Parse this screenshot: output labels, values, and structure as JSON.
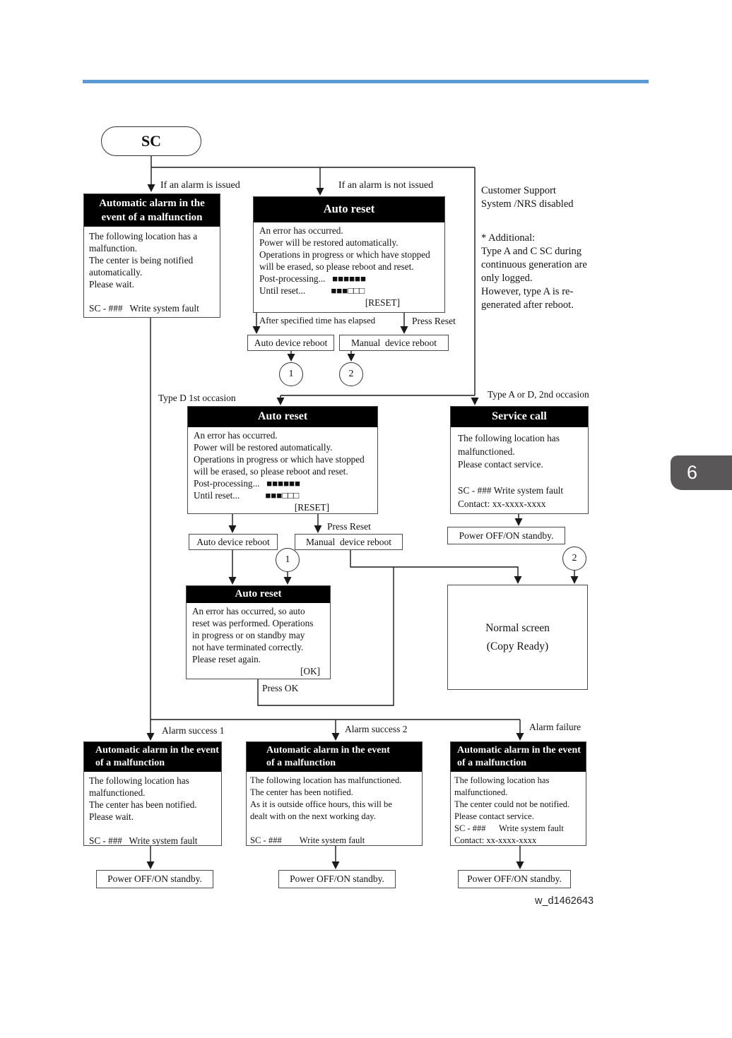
{
  "page": {
    "tab_label": "6",
    "watermark": "w_d1462643"
  },
  "colors": {
    "rule_blue": "#5b9bd5",
    "tab_gray": "#595757"
  },
  "terminator": {
    "label": "SC"
  },
  "connector_circles": {
    "one": "1",
    "two": "2"
  },
  "labels": {
    "alarm_issued": "If an alarm is issued",
    "alarm_not_issued": "If an alarm is not issued",
    "after_time": "After specified time has elapsed",
    "press_reset": "Press Reset",
    "type_d": "Type D 1st occasion",
    "type_ad": "Type A or D, 2nd occasion",
    "press_ok": "Press OK",
    "alarm_success_1": "Alarm success 1",
    "alarm_success_2": "Alarm success 2",
    "alarm_failure": "Alarm failure"
  },
  "note": {
    "lines": [
      "Customer Support",
      "System /NRS disabled"
    ],
    "additional": [
      "* Additional:",
      "Type A and C SC during",
      "continuous generation are",
      "only logged.",
      "However, type A is re-",
      "generated after reboot."
    ]
  },
  "boxes": {
    "alarm_top": {
      "title": [
        "Automatic alarm in the",
        "event of a malfunction"
      ],
      "body": [
        "The following location has a",
        "malfunction.",
        "The center is being notified",
        "automatically.",
        "Please wait.",
        "",
        "SC - ###   Write system fault"
      ]
    },
    "auto_reset_full": {
      "title": "Auto reset",
      "body": [
        "An error has occurred.",
        "Power will be restored automatically.",
        "Operations in progress or which have stopped",
        "will be erased, so please reboot and reset.",
        "Post-processing...   ■■■■■■",
        "Until reset...           ■■■□□□"
      ],
      "key": "[RESET]"
    },
    "auto_device_reboot": "Auto device reboot",
    "manual_device_reboot": "Manual  device reboot",
    "service_call": {
      "title": "Service call",
      "body": [
        "The following location has",
        "malfunctioned.",
        "Please contact service.",
        "",
        "SC - ### Write system fault",
        "Contact: xx-xxxx-xxxx"
      ]
    },
    "auto_reset_short": {
      "title": "Auto reset",
      "body": [
        "An error has occurred, so auto",
        "reset was performed. Operations",
        "in progress or on standby may",
        "not have terminated correctly.",
        "Please reset again."
      ],
      "key": "[OK]"
    },
    "normal_screen": [
      "Normal screen",
      "(Copy Ready)"
    ],
    "power_standby": "Power OFF/ON standby.",
    "alarm_success_1": {
      "title": [
        "Automatic alarm in the event",
        "of a malfunction"
      ],
      "body": [
        "The following location has",
        "malfunctioned.",
        "The center has been notified.",
        "Please wait.",
        "",
        "SC - ###   Write system fault"
      ]
    },
    "alarm_success_2": {
      "title": [
        "Automatic alarm in the event",
        "of a malfunction"
      ],
      "body": [
        "The following location has malfunctioned.",
        "The center has been notified.",
        "As it is outside office hours, this will be",
        "dealt with on the next working day.",
        "",
        "SC - ###        Write system fault"
      ]
    },
    "alarm_failure": {
      "title": [
        "Automatic alarm in the event",
        "of a malfunction"
      ],
      "body": [
        "The following location has",
        "malfunctioned.",
        "The center could not be notified.",
        "Please contact service.",
        "SC - ###      Write system fault",
        "Contact: xx-xxxx-xxxx"
      ]
    }
  }
}
